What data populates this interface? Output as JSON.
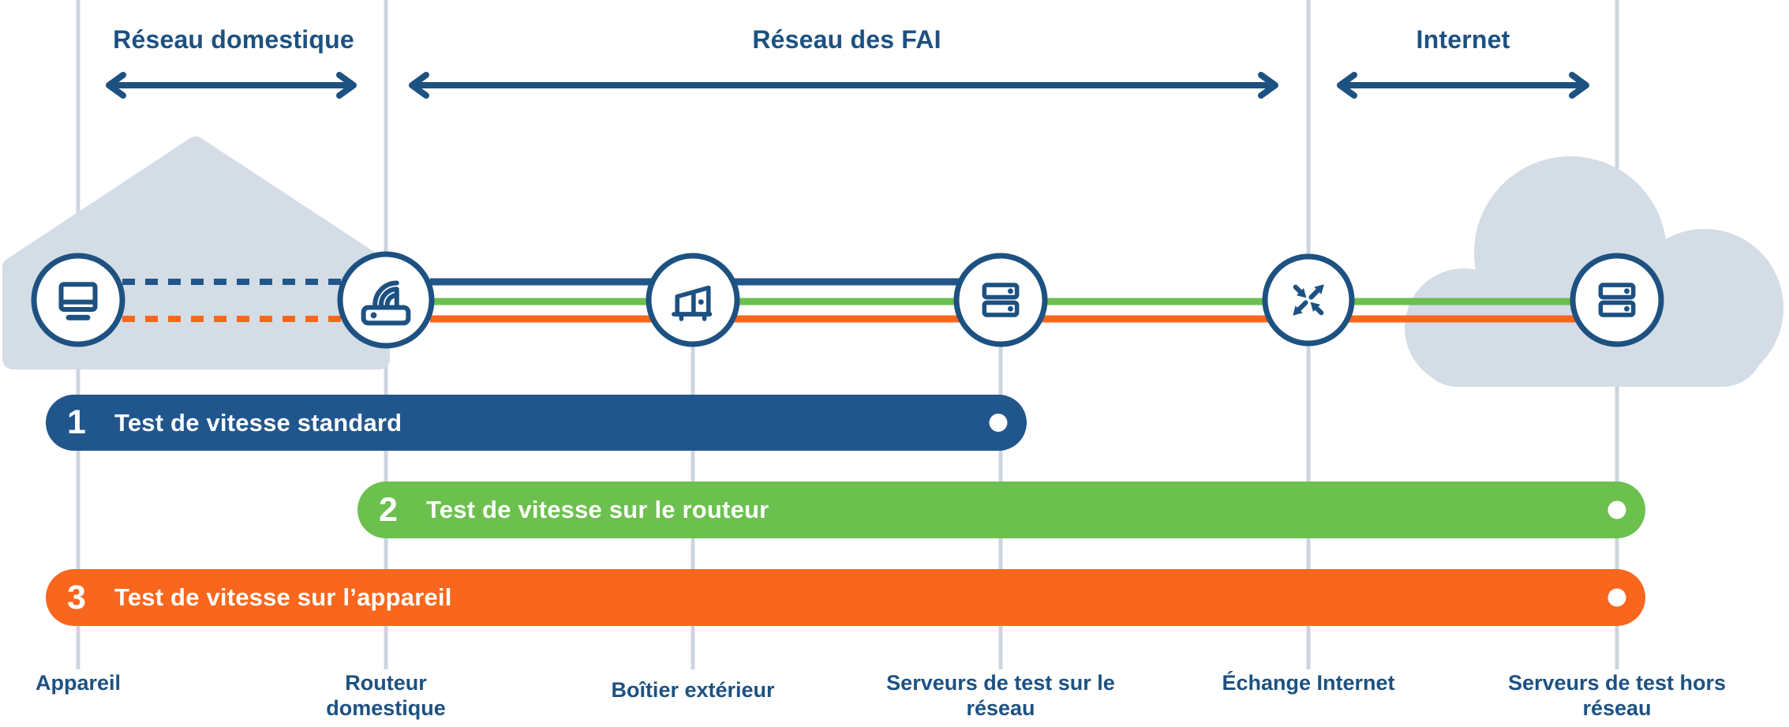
{
  "sections": [
    {
      "label": "Réseau domestique"
    },
    {
      "label": "Réseau des FAI"
    },
    {
      "label": "Internet"
    }
  ],
  "tests": [
    {
      "number": "1",
      "label": "Test de vitesse standard",
      "color": "#21568c"
    },
    {
      "number": "2",
      "label": "Test de vitesse sur le routeur",
      "color": "#6cc04e"
    },
    {
      "number": "3",
      "label": "Test de vitesse sur l’appareil",
      "color": "#f8671d"
    }
  ],
  "nodes": [
    {
      "icon": "device-icon",
      "lines": [
        "Appareil"
      ]
    },
    {
      "icon": "router-icon",
      "lines": [
        "Routeur",
        "domestique"
      ]
    },
    {
      "icon": "street-cabinet-icon",
      "lines": [
        "Boîtier extérieur"
      ]
    },
    {
      "icon": "network-test-server-icon",
      "lines": [
        "Serveurs de test sur le",
        "réseau"
      ]
    },
    {
      "icon": "internet-exchange-icon",
      "lines": [
        "Échange Internet"
      ]
    },
    {
      "icon": "offnet-test-server-icon",
      "lines": [
        "Serveurs de test hors",
        "réseau"
      ]
    }
  ],
  "colors": {
    "dark_blue": "#1d5181",
    "bar_blue": "#21568c",
    "green": "#6cc04e",
    "orange": "#f8671d",
    "guide_line": "#ccd5df",
    "shape_fill": "#d4dde6"
  }
}
